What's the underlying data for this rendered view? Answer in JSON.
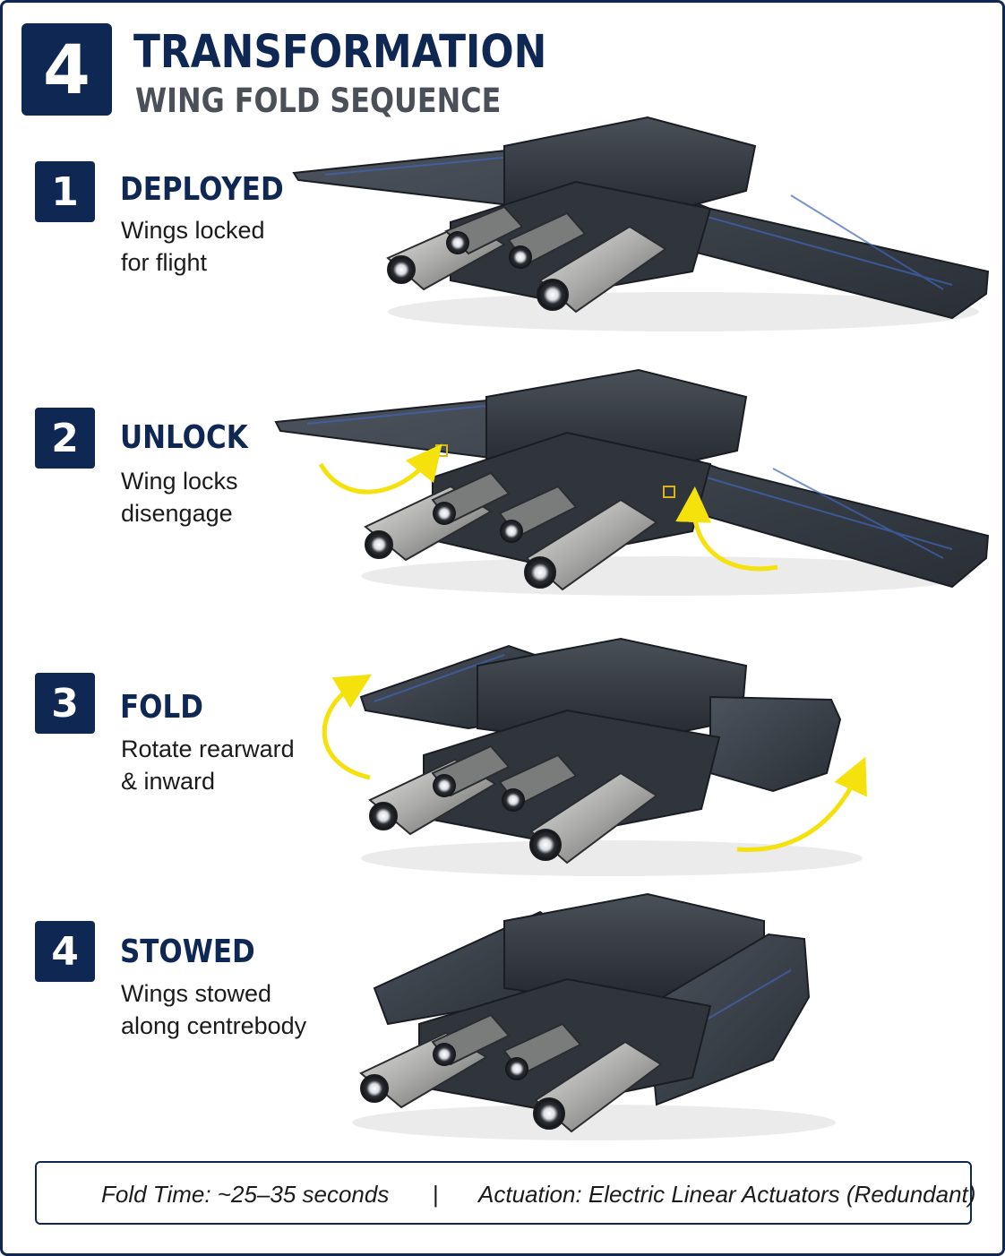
{
  "header": {
    "number": "4",
    "title": "TRANSFORMATION",
    "subtitle": "WING FOLD SEQUENCE"
  },
  "steps": [
    {
      "number": "1",
      "title": "DEPLOYED",
      "lines": [
        "Wings locked",
        "for flight"
      ],
      "image": "ship-wings-deployed"
    },
    {
      "number": "2",
      "title": "UNLOCK",
      "lines": [
        "Wing locks",
        "disengage"
      ],
      "image": "ship-wings-unlocking"
    },
    {
      "number": "3",
      "title": "FOLD",
      "lines": [
        "Rotate rearward",
        "& inward"
      ],
      "image": "ship-wings-folding"
    },
    {
      "number": "4",
      "title": "STOWED",
      "lines": [
        "Wings stowed",
        "along centrebody"
      ],
      "image": "ship-wings-stowed"
    }
  ],
  "footer": {
    "fold_time": "Fold Time:  ~25–35 seconds",
    "separator": "|",
    "actuation": "Actuation: Electric Linear Actuators (Redundant)"
  },
  "colors": {
    "navy": "#0f2753",
    "arrow_yellow": "#f5e10c",
    "hull_dark": "#2f343c",
    "hull_panel": "#3d434c",
    "engine_metal": "#a7a8a6",
    "accent_blue": "#3f66b8"
  }
}
